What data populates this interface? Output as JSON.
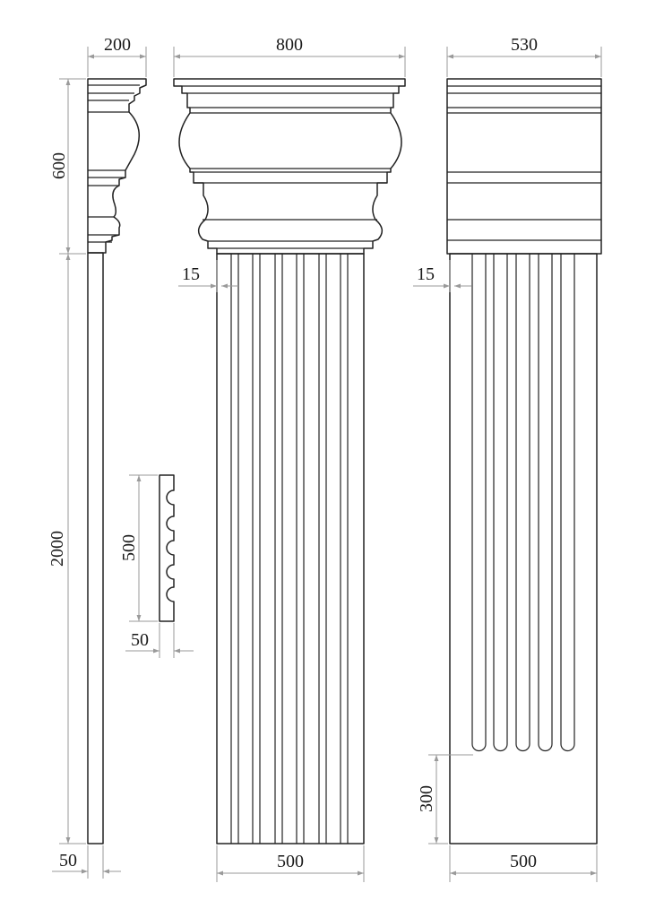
{
  "dimensions": {
    "side_capital_width": "200",
    "front_capital_width": "800",
    "right_capital_width": "530",
    "capital_height": "600",
    "shaft_height": "2000",
    "front_flute_offset": "15",
    "right_flute_offset": "15",
    "side_shaft_width": "50",
    "front_shaft_width": "500",
    "right_shaft_width": "500",
    "flute_unflued_height": "300",
    "profile_height": "500",
    "profile_depth": "50"
  },
  "colors": {
    "line": "#222222",
    "dimension": "#9a9a9a"
  }
}
